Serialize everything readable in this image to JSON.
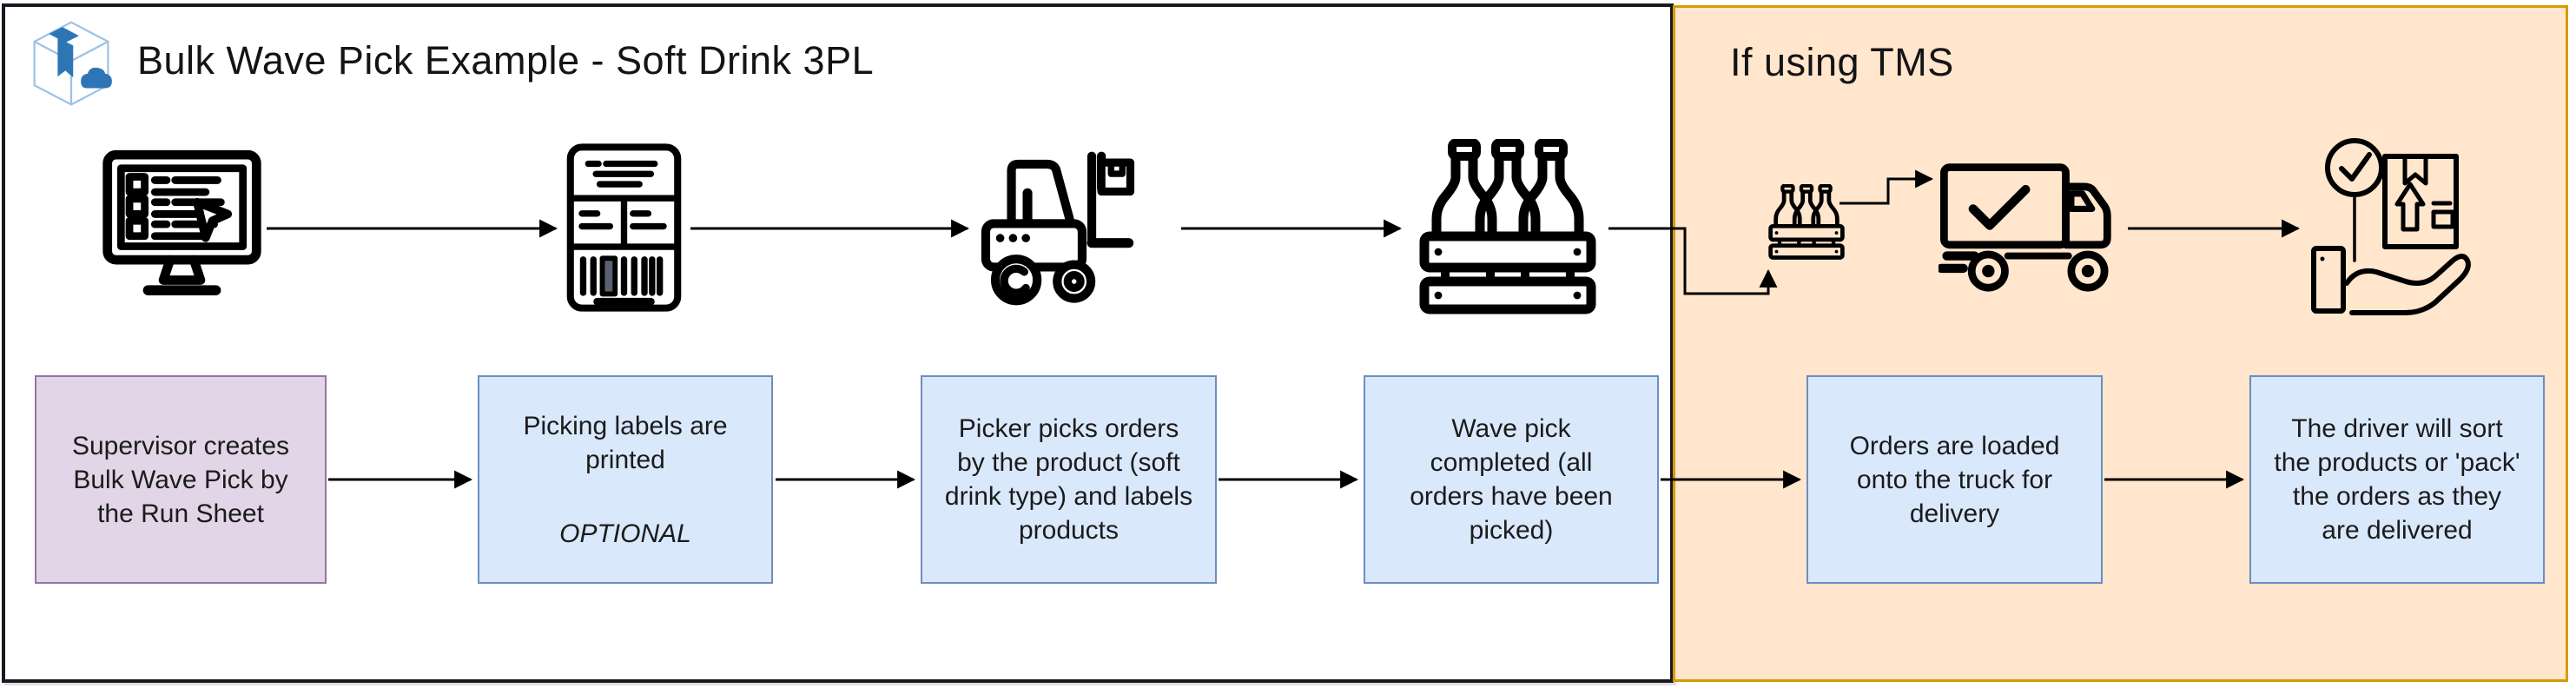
{
  "header": {
    "title": "Bulk Wave Pick Example - Soft Drink 3PL",
    "logo_icon": "cartoncloud-box-logo-icon"
  },
  "tms_zone": {
    "label": "If using TMS"
  },
  "steps": [
    {
      "text": "Supervisor creates Bulk Wave Pick by the Run Sheet",
      "variant": "purple"
    },
    {
      "text": "Picking labels are printed",
      "note": "OPTIONAL",
      "variant": "blue"
    },
    {
      "text": "Picker picks orders by the product (soft drink type) and labels products",
      "variant": "blue"
    },
    {
      "text": "Wave pick completed (all orders have been picked)",
      "variant": "blue"
    },
    {
      "text": "Orders are loaded onto the truck for delivery",
      "variant": "blue"
    },
    {
      "text": "The driver will sort the products or 'pack' the orders as they are delivered",
      "variant": "blue"
    }
  ],
  "icons": [
    "computer-checklist-icon",
    "picking-label-icon",
    "forklift-icon",
    "bottle-crate-icon",
    "small-bottle-crate-icon",
    "delivery-truck-icon",
    "hand-package-delivery-icon"
  ],
  "colors": {
    "purple_fill": "#E1D5E7",
    "purple_stroke": "#9673A6",
    "blue_fill": "#DAE8FC",
    "blue_stroke": "#6C8EBF",
    "orange_fill": "#FFE6CC",
    "orange_stroke": "#D79B00",
    "line": "#000000",
    "logo_blue": "#2E75B6",
    "logo_outline": "#9DC3E6"
  }
}
